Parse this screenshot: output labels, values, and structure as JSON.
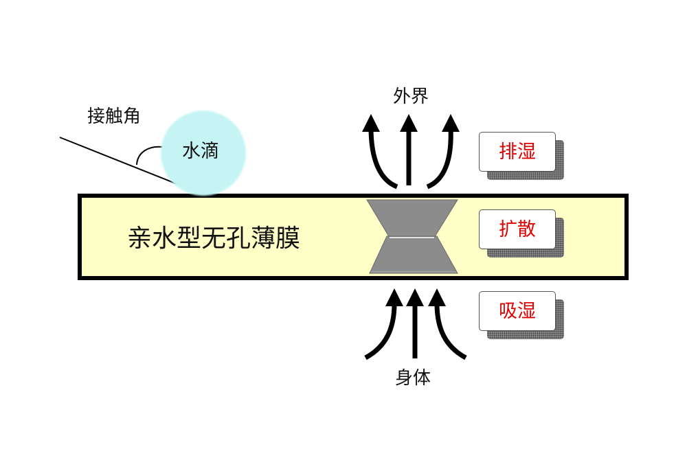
{
  "diagram": {
    "labels": {
      "contact_angle": "接触角",
      "water_drop": "水滴",
      "membrane": "亲水型无孔薄膜",
      "outside": "外界",
      "body": "身体"
    },
    "process_tags": {
      "exhaust": "排湿",
      "diffuse": "扩散",
      "absorb": "吸湿"
    },
    "colors": {
      "membrane_fill": "#ffffc8",
      "water_drop_fill": "#c6f4f4",
      "pore_fill": "#8c8c8c",
      "tag_text": "#e00000",
      "outline": "#000000"
    }
  }
}
